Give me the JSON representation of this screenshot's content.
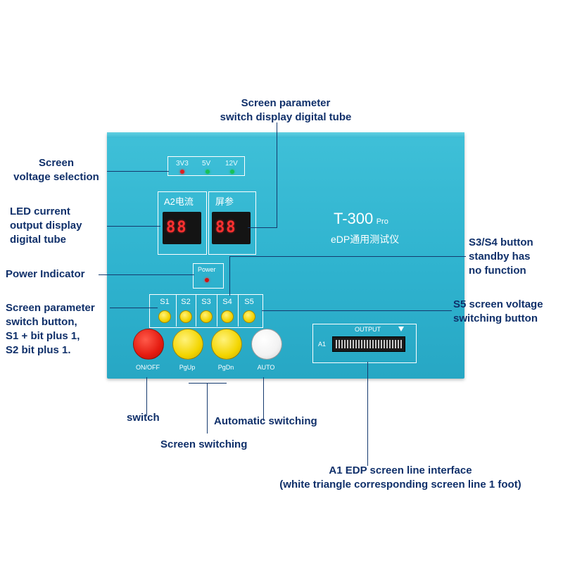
{
  "device": {
    "voltage_leds": [
      {
        "label": "3V3",
        "color": "#e02020"
      },
      {
        "label": "5V",
        "color": "#18c058"
      },
      {
        "label": "12V",
        "color": "#18c058"
      }
    ],
    "display_left": {
      "title": "A2电流",
      "digits": "88"
    },
    "display_right": {
      "title": "屏参",
      "digits": "88"
    },
    "brand_name": "T-300",
    "brand_suffix": "Pro",
    "brand_subtitle": "eDP通用测试仪",
    "power_label": "Power",
    "s_buttons": [
      "S1",
      "S2",
      "S3",
      "S4",
      "S5"
    ],
    "big_buttons": [
      {
        "label": "ON/OFF",
        "color": "red"
      },
      {
        "label": "PgUp",
        "color": "yellow"
      },
      {
        "label": "PgDn",
        "color": "yellow"
      },
      {
        "label": "AUTO",
        "color": "white"
      }
    ],
    "connector": {
      "label": "OUTPUT",
      "port": "A1"
    }
  },
  "callouts": {
    "screen_param_display": [
      "Screen parameter",
      "switch display digital tube"
    ],
    "voltage_selection": [
      "Screen",
      "voltage selection"
    ],
    "led_current": [
      "LED current",
      "output display",
      "digital tube"
    ],
    "power_indicator": "Power Indicator",
    "screen_param_button": [
      "Screen parameter",
      "switch button,",
      "S1 + bit plus 1,",
      "S2 bit plus 1."
    ],
    "s3s4": [
      "S3/S4 button",
      "standby has",
      "no function"
    ],
    "s5": [
      "S5 screen voltage",
      "switching button"
    ],
    "switch": "switch",
    "automatic_switching": "Automatic switching",
    "screen_switching": "Screen switching",
    "a1_interface": [
      "A1 EDP screen line interface",
      "(white triangle corresponding screen line 1 foot)"
    ]
  },
  "colors": {
    "device_body": "#2fb3cf",
    "callout_text": "#10306a",
    "digit_red": "#ff3030"
  }
}
